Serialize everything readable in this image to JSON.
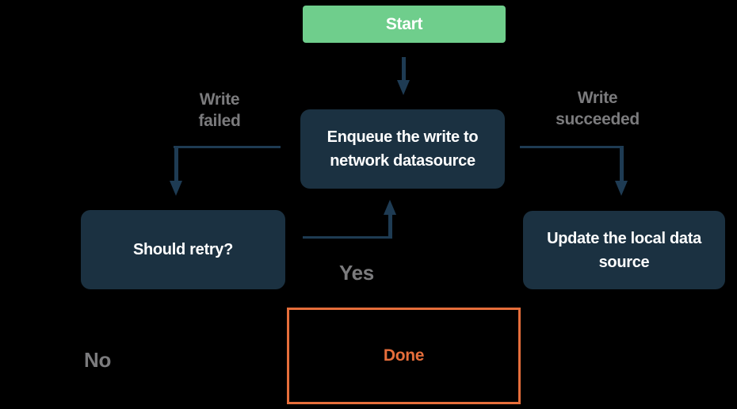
{
  "diagram_type": "flowchart",
  "colors": {
    "background": "#000000",
    "start_node_fill": "#6FCE8C",
    "dark_node_fill": "#1B3141",
    "connector_line": "#1E3B53",
    "edge_label_gray": "#7B7B7D",
    "done_accent_orange": "#E66E3B",
    "node_text": "#FFFFFF"
  },
  "nodes": {
    "start": "Start",
    "enqueue": "Enqueue the write to\nnetwork datasource",
    "should_retry": "Should retry?",
    "update_local": "Update the local data\nsource",
    "done": "Done"
  },
  "edge_labels": {
    "write_failed": "Write\nfailed",
    "write_succeeded": "Write\nsucceeded",
    "yes": "Yes",
    "no": "No"
  }
}
